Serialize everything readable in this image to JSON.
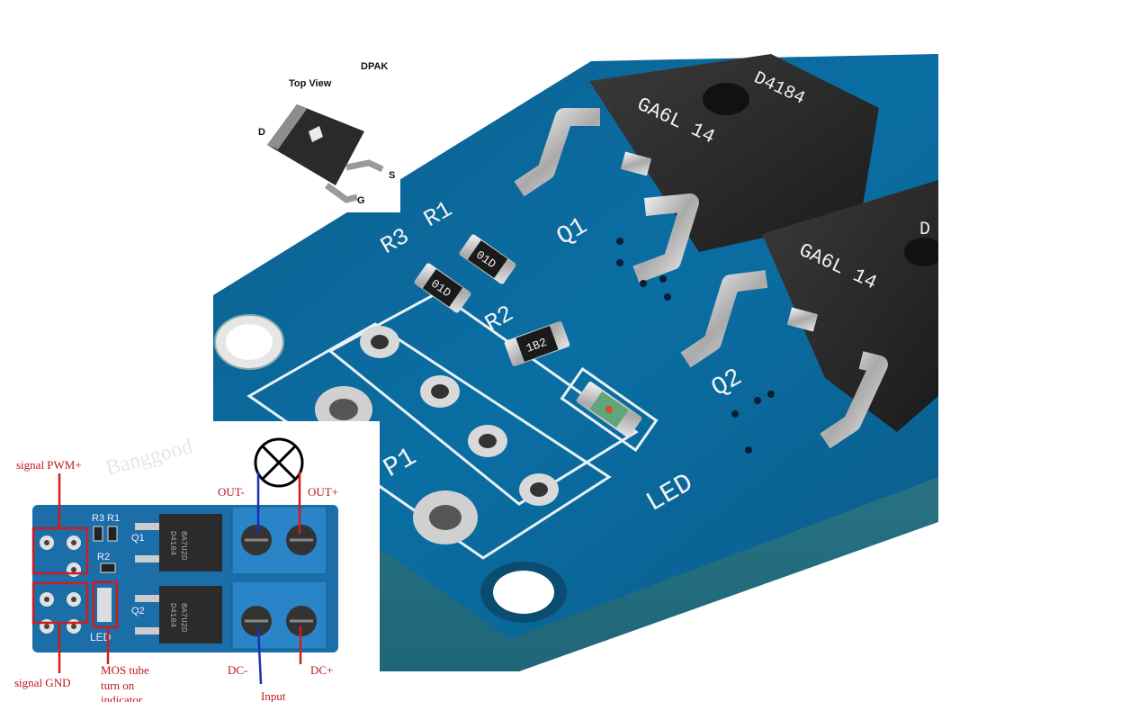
{
  "dpak_figure": {
    "package": "DPAK",
    "view": "Top View",
    "pin_d": "D",
    "pin_g": "G",
    "pin_s": "S"
  },
  "photo": {
    "r3": "R3",
    "r1": "R1",
    "r2": "R2",
    "q1": "Q1",
    "q2": "Q2",
    "led": "LED",
    "p1": "P1",
    "res_r3": "01D",
    "res_r1": "01D",
    "res_r2": "1B2",
    "mosfet_top": "D4184",
    "mosfet_marking": "GA6L 14",
    "mosfet_partial": "D"
  },
  "diagram": {
    "signal_pwm": "signal PWM+",
    "signal_gnd": "signal GND",
    "out_minus": "OUT-",
    "out_plus": "OUT+",
    "dc_minus": "DC-",
    "dc_plus": "DC+",
    "input": "Input",
    "mos_note_1": "MOS tube",
    "mos_note_2": "turn on",
    "mos_note_3": "indicator",
    "board_r3": "R3",
    "board_r1": "R1",
    "board_q1": "Q1",
    "board_r2": "R2",
    "board_q2": "Q2",
    "board_led": "LED",
    "chip_top": "D4184",
    "chip_bottom": "BA7U2D",
    "watermark": "Banggood"
  }
}
